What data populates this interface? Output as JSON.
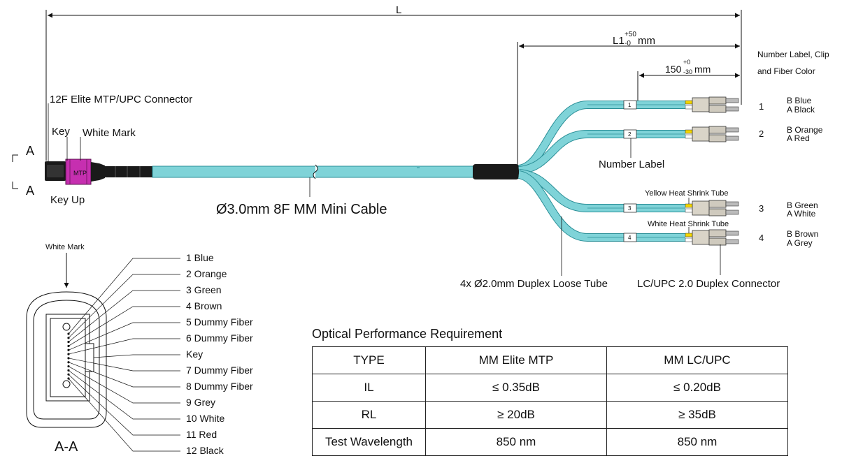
{
  "dimensions": {
    "overall": "L",
    "breakout_length": "L1",
    "breakout_tol_upper": "+50",
    "breakout_tol_lower": "-0",
    "breakout_unit": "mm",
    "stagger_value": "150",
    "stagger_tol_upper": "+0",
    "stagger_tol_lower": "-30",
    "stagger_unit": "mm"
  },
  "mtp": {
    "connector_label": "12F Elite MTP/UPC Connector",
    "key_label": "Key",
    "white_mark_label": "White Mark",
    "key_up_label": "Key Up",
    "section_marker": "A",
    "body_text": "MTP"
  },
  "cable": {
    "trunk_label": "Ø3.0mm 8F MM Mini Cable",
    "loose_tube_label": "4x Ø2.0mm Duplex Loose Tube",
    "number_label_callout": "Number Label",
    "lc_connector_label": "LC/UPC  2.0 Duplex Connector",
    "yellow_tube_label": "Yellow Heat Shrink Tube",
    "white_tube_label": "White Heat Shrink Tube",
    "header_label": [
      "Number Label, Clip",
      "and Fiber Color"
    ]
  },
  "legs": [
    {
      "number": "1",
      "b": "B Blue",
      "a": "A Black"
    },
    {
      "number": "2",
      "b": "B  Orange",
      "a": "A  Red"
    },
    {
      "number": "3",
      "b": "B  Green",
      "a": "A  White"
    },
    {
      "number": "4",
      "b": "B  Brown",
      "a": "A  Grey"
    }
  ],
  "section_view": {
    "title": "A-A",
    "white_mark_label": "White Mark",
    "pins": [
      "1 Blue",
      "2 Orange",
      "3 Green",
      "4 Brown",
      "5 Dummy Fiber",
      "6 Dummy Fiber",
      "Key",
      "7 Dummy Fiber",
      "8 Dummy Fiber",
      "9 Grey",
      "10 White",
      "11 Red",
      "12 Black"
    ]
  },
  "performance": {
    "title": "Optical Performance Requirement",
    "headers": [
      "TYPE",
      "MM Elite MTP",
      "MM LC/UPC"
    ],
    "rows": [
      [
        "IL",
        "≤ 0.35dB",
        "≤ 0.20dB"
      ],
      [
        "RL",
        "≥ 20dB",
        "≥ 35dB"
      ],
      [
        "Test Wavelength",
        "850 nm",
        "850 nm"
      ]
    ]
  },
  "colors": {
    "cable": "#7fd3d8",
    "cable_edge": "#2a8f97",
    "mtp_body": "#c62fb0",
    "boot": "#1a1a1a",
    "yellow_tube": "#f2d500",
    "lc_body": "#d9d4c8"
  }
}
